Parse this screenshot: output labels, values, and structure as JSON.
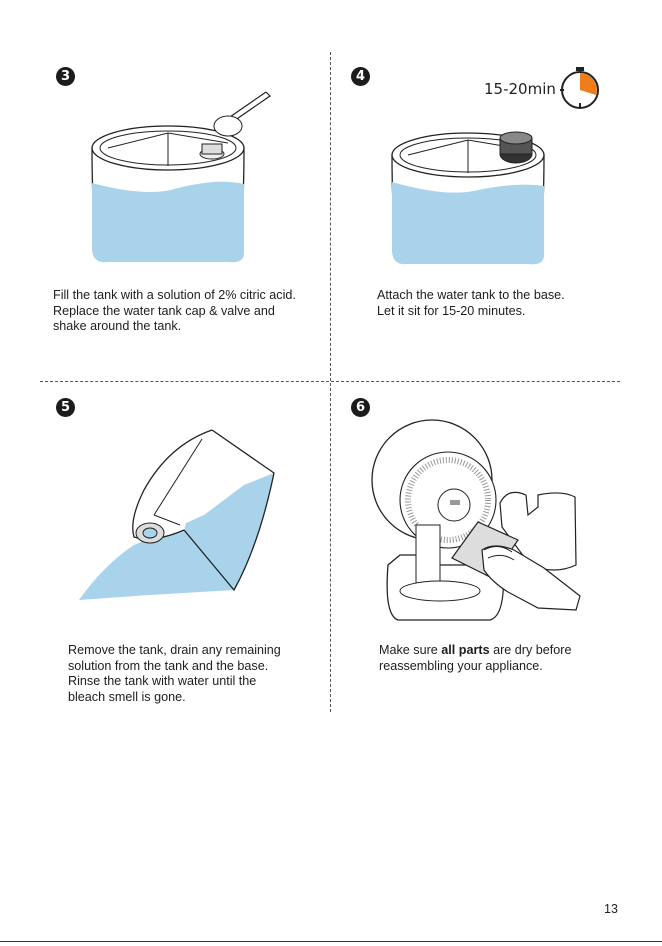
{
  "steps": [
    {
      "number": "3",
      "lines": [
        "Fill the tank with a solution of 2% citric acid.",
        "Replace the water tank cap & valve and",
        "shake around the tank."
      ]
    },
    {
      "number": "4",
      "timer": "15-20min",
      "lines": [
        "Attach the water tank to the base.",
        "Let it sit for 15-20 minutes."
      ]
    },
    {
      "number": "5",
      "lines": [
        "Remove the tank, drain any remaining",
        "solution from the tank and the base.",
        "Rinse the tank with water until the",
        "bleach smell is gone."
      ]
    },
    {
      "number": "6",
      "line1_prefix": "Make sure ",
      "line1_bold": "all parts",
      "line1_suffix": " are dry before",
      "line2": "reassembling your appliance."
    }
  ],
  "page_number": "13",
  "colors": {
    "water": "#a9d3ea",
    "timer_accent": "#f07d1a",
    "outline": "#222222"
  },
  "icons": [
    "timer-icon",
    "tank-illustration",
    "fan-illustration",
    "hand-illustration"
  ]
}
